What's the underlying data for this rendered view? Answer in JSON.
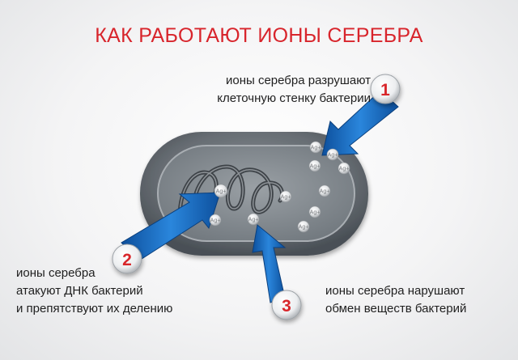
{
  "title": "КАК РАБОТАЮТ ИОНЫ СЕРЕБРА",
  "ion_label": "Ag+",
  "steps": [
    {
      "number": "1",
      "lines": [
        "ионы серебра разрушают",
        "клеточную стенку бактерии"
      ]
    },
    {
      "number": "2",
      "lines": [
        "ионы серебра",
        "атакуют ДНК бактерий",
        "и препятствуют их делению"
      ]
    },
    {
      "number": "3",
      "lines": [
        "ионы серебра нарушают",
        "обмен веществ бактерий"
      ]
    }
  ],
  "colors": {
    "title": "#d8252c",
    "number": "#d8252c",
    "arrow": "#1f6fc4",
    "bacterium": "#6d7378"
  }
}
